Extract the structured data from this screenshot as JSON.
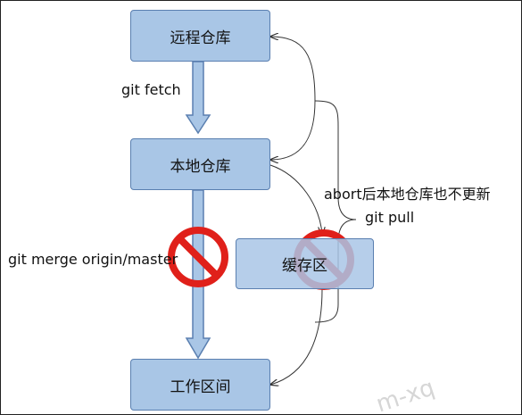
{
  "nodes": {
    "remote_repo": "远程仓库",
    "local_repo": "本地仓库",
    "cache_area": "缓存区",
    "working_dir": "工作区间"
  },
  "labels": {
    "git_fetch": "git fetch",
    "git_merge": "git merge origin/master",
    "git_pull": "git pull",
    "abort_note": "abort后本地仓库也不更新"
  },
  "watermark": "m-xq",
  "colors": {
    "box_fill": "#a9c6e6",
    "box_border": "#5a7fb0",
    "prohibited_red": "#e0201a"
  }
}
